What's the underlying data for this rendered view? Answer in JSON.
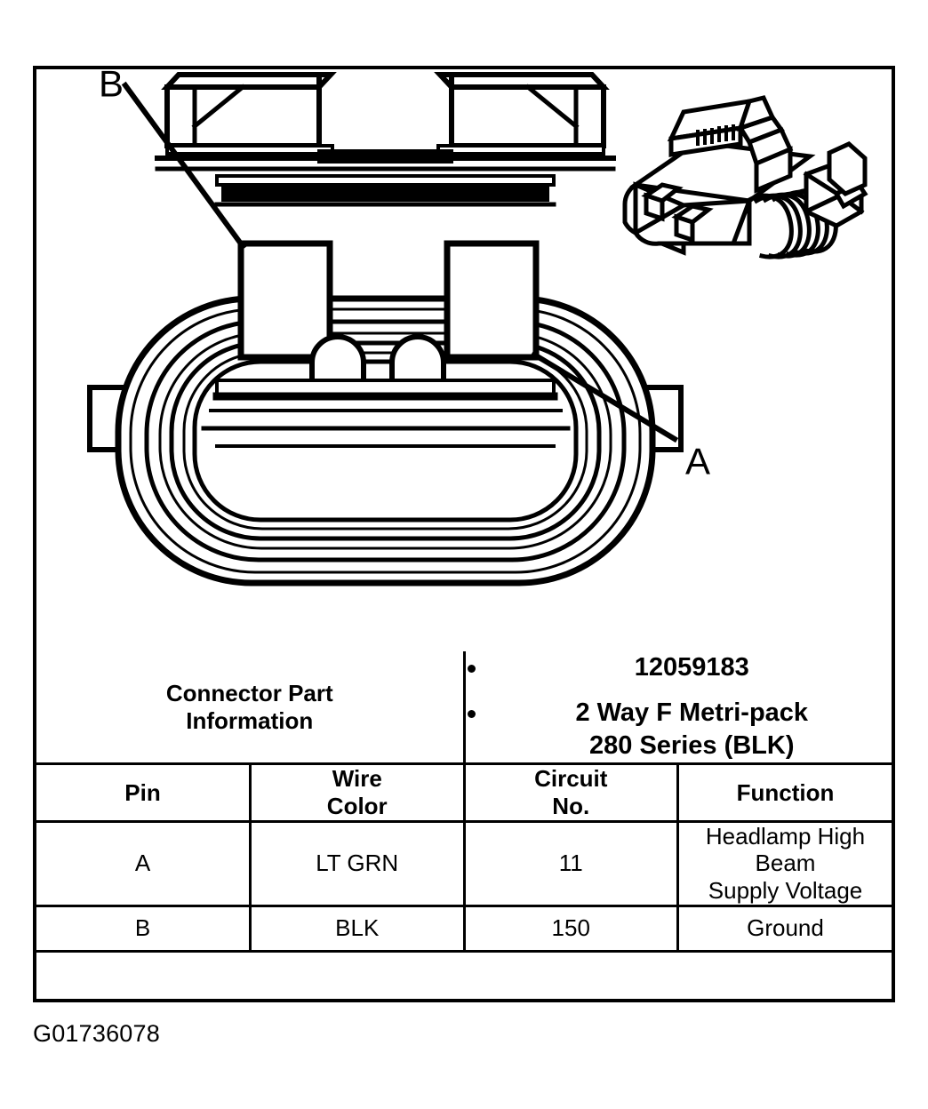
{
  "figure": {
    "caption_code": "G01736078",
    "callouts": [
      {
        "label": "B",
        "pin": "B",
        "points_to": "left-terminal-cavity"
      },
      {
        "label": "A",
        "pin": "A",
        "points_to": "right-terminal-cavity"
      }
    ],
    "views": {
      "face_view_name": "connector-face-view",
      "isometric_view_name": "connector-isometric-view"
    },
    "terminal_count": 2
  },
  "table": {
    "connector_part_information": {
      "label_line1": "Connector Part",
      "label_line2": "Information",
      "values": [
        "12059183",
        "2 Way F Metri-pack 280 Series (BLK)"
      ],
      "value_lines": [
        {
          "line1": "12059183",
          "line2": ""
        },
        {
          "line1": "2 Way F Metri-pack",
          "line2": "280 Series (BLK)"
        }
      ]
    },
    "headers": {
      "pin": "Pin",
      "wire_color_l1": "Wire",
      "wire_color_l2": "Color",
      "circuit_no_l1": "Circuit",
      "circuit_no_l2": "No.",
      "function": "Function"
    },
    "rows": [
      {
        "pin": "A",
        "wire_color": "LT GRN",
        "circuit_no": "11",
        "function_l1": "Headlamp High Beam",
        "function_l2": "Supply Voltage"
      },
      {
        "pin": "B",
        "wire_color": "BLK",
        "circuit_no": "150",
        "function_l1": "Ground",
        "function_l2": ""
      }
    ]
  },
  "colors": {
    "ink": "#000000",
    "paper": "#ffffff"
  }
}
